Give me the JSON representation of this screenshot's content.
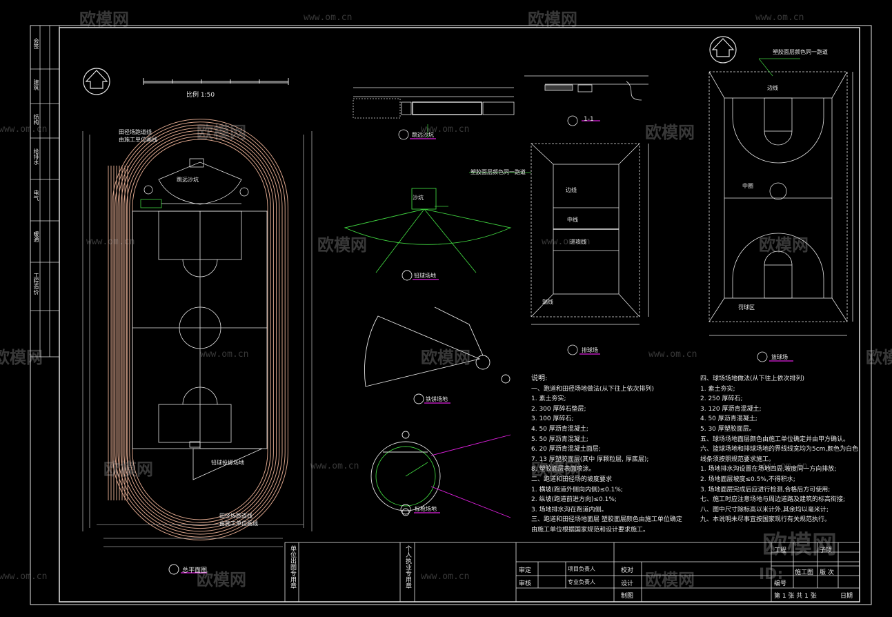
{
  "watermark": {
    "brand": "欧模网",
    "url": "www.om.cn",
    "id_text": "ID:"
  },
  "titles": {
    "scale_ruler": "比例 1:50",
    "track_plan": "总平面图",
    "long_jump": "跳远沙坑",
    "throwing_circle": "铅球场地",
    "discus_area": "铁饼场地",
    "javelin_area": "标枪场地",
    "section_1_1": "1-1",
    "volleyball": "排球场",
    "basketball": "篮球场"
  },
  "labels": {
    "track_top_note": "田径场跑道线\n由施工单位画线",
    "track_bottom_note": "田径场跑道线\n由施工单位画线",
    "long_jump_pit": "跳远沙坑",
    "sand_pit": "沙坑",
    "throwing_field": "铅球投掷场地",
    "volleyball_surface": "塑胶面层颜色同一跑道",
    "basketball_surface": "塑胶面层颜色同一跑道",
    "blue_zone": "罚球区",
    "center_circle": "中圈",
    "end_line": "端线",
    "side_line": "边线",
    "center_line": "中线",
    "attack_line": "进攻线"
  },
  "notes": {
    "title": "说明:",
    "lines": [
      "一、跑道和田径场地做法(从下往上依次排列)",
      "1. 素土夯实;",
      "2. 300 厚碎石垫层;",
      "3. 100 厚碎石;",
      "4. 50 厚沥青混凝土;",
      "5. 50 厚沥青混凝土;",
      "6. 20 厚沥青混凝土面层;",
      "7. 13 厚塑胶面层(其中 厚颗粒层, 厚底层);",
      "8. 塑胶面层表面喷涂。",
      "二、跑道和田径场的坡度要求",
      "1. 横坡(跑道外侧向内侧)≤0.1%;",
      "2. 纵坡(跑道前进方向)≤0.1%;",
      "3. 场地排水沟在跑道内侧。",
      "三、跑道和田径场地面层  塑胶面层颜色由施工单位确定",
      "   由施工单位根据国家规范和设计要求施工。"
    ],
    "title2": "四、球场场地做法(从下往上依次排列)",
    "lines2": [
      "1. 素土夯实;",
      "2. 250 厚碎石;",
      "3. 120  厚沥青混凝土;",
      "4. 50 厚沥青混凝土;",
      "5. 30 厚塑胶面层。",
      "五、球场场地面层颜色由施工单位确定并由甲方确认。",
      "六、篮球场地和排球场地的界线线宽均为5cm,颜色为白色",
      "   线条须按照规范要求施工。",
      "1. 场地排水沟设置在场地四周,坡度同一方向排放;",
      "2. 场地面层坡度≤0.5%,不得积水;",
      "3. 场地面层完成后应进行检测,合格后方可使用;",
      "七、施工时应注意场地与周边道路及建筑的标高衔接;",
      "八、图中尺寸除标高以米计外,其余均以毫米计;",
      "九、本说明未尽事宜按国家现行有关规范执行。"
    ]
  },
  "title_block": {
    "left_stamp": "单位出图专用章",
    "mid_stamp": "个人执业专用章",
    "review": "审定",
    "check": "审核",
    "project_lead": "项目负责人",
    "discipline_lead": "专业负责人",
    "proofread": "校对",
    "design": "设计",
    "drawing": "制图",
    "project": "工程",
    "subitem": "子项",
    "number": "编号",
    "sheet": "第 1 张  共 1 张",
    "date": "日期",
    "stage": "施工图",
    "version": "版 次"
  },
  "left_strip": {
    "cells": [
      "会签",
      "建筑",
      "结构",
      "给排水",
      "电气",
      "暖通",
      "工程造价"
    ]
  },
  "colors": {
    "frame": "#e6e6e6",
    "track": "#d9a38a",
    "green": "#3fd13f",
    "magenta": "#e020e0",
    "text": "#e8e8e8"
  }
}
